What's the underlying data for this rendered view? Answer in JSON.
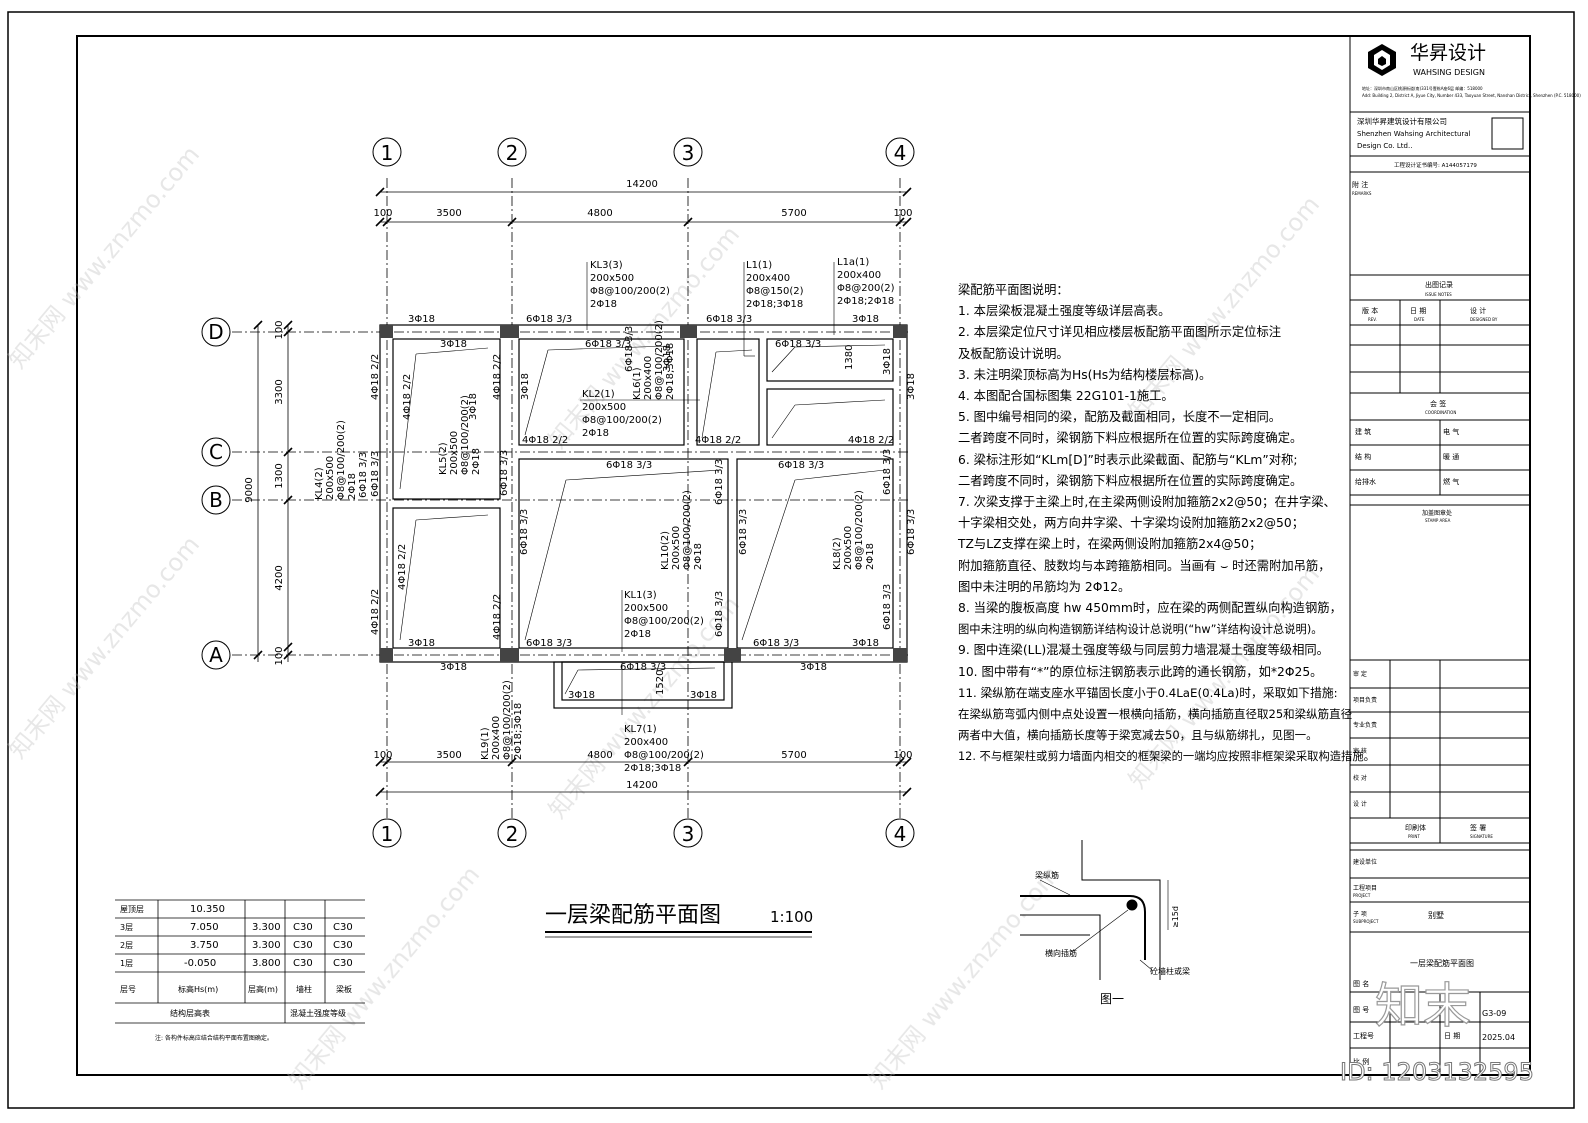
{
  "drawing": {
    "title": "一层梁配筋平面图",
    "scale": "1:100",
    "figure_label": "图一",
    "figure_labels": {
      "long_bar": "梁纵筋",
      "cross_bar": "横向插筋",
      "wall": "砼墙柱或梁",
      "dim": "≥15d"
    }
  },
  "axes": {
    "vertical": [
      "1",
      "2",
      "3",
      "4"
    ],
    "horizontal": [
      "D",
      "C",
      "B",
      "A"
    ],
    "top_dims": {
      "total": "14200",
      "edge_left": "100",
      "spans": [
        "3500",
        "4800",
        "5700"
      ],
      "edge_right": "100"
    },
    "bottom_dims": {
      "total": "14200",
      "edge_left": "100",
      "spans": [
        "3500",
        "4800",
        "5700"
      ],
      "edge_right": "100"
    },
    "left_dims": {
      "total": "9000",
      "edge_top": "100",
      "spans": [
        "3300",
        "1300",
        "4200"
      ],
      "edge_bottom": "100"
    }
  },
  "beams": {
    "kl3": [
      "KL3(3)",
      "200x500",
      "Φ8@100/200(2)",
      "2Φ18"
    ],
    "l1": [
      "L1(1)",
      "200x400",
      "Φ8@150(2)",
      "2Φ18;3Φ18"
    ],
    "l1a": [
      "L1a(1)",
      "200x400",
      "Φ8@200(2)",
      "2Φ18;2Φ18"
    ],
    "kl2": [
      "KL2(1)",
      "200x500",
      "Φ8@100/200(2)",
      "2Φ18"
    ],
    "kl6": [
      "KL6(1)",
      "200x400",
      "Φ8@100/200(2)",
      "2Φ18;3Φ18"
    ],
    "kl4": [
      "KL4(2)",
      "200x500",
      "Φ8@100/200(2)",
      "2Φ18"
    ],
    "kl5": [
      "KL5(2)",
      "200x500",
      "Φ8@100/200(2)",
      "2Φ18"
    ],
    "kl10": [
      "KL10(2)",
      "200x500",
      "Φ8@100/200(2)",
      "2Φ18"
    ],
    "kl8": [
      "KL8(2)",
      "200x500",
      "Φ8@100/200(2)",
      "2Φ18"
    ],
    "kl1": [
      "KL1(3)",
      "200x500",
      "Φ8@100/200(2)",
      "2Φ18"
    ],
    "kl9": [
      "KL9(1)",
      "200x400",
      "Φ8@100/200(2)",
      "2Φ18;3Φ18"
    ],
    "kl7": [
      "KL7(1)",
      "200x400",
      "Φ8@100/200(2)",
      "2Φ18;3Φ18"
    ]
  },
  "rebar_labels": {
    "t1": "3Φ18",
    "t2": "6Φ18 3/3",
    "t3": "6Φ18 3/3",
    "t4": "3Φ18",
    "d1": "3Φ18",
    "d2": "6Φ18 3/3",
    "d3": "6Φ18 3/3",
    "r1380": "1380",
    "r3": "3Φ18",
    "c1": "4Φ18 2/2",
    "c2": "4Φ18 2/2",
    "c3": "4Φ18 2/2",
    "b1": "6Φ18 3/3",
    "b2": "6Φ18 3/3",
    "a1": "3Φ18",
    "a2": "6Φ18 3/3",
    "a3": "6Φ18 3/3",
    "a4": "3Φ18",
    "u1": "3Φ18",
    "u2": "6Φ18 3/3",
    "u3": "3Φ18",
    "x1": "3Φ18",
    "x2": "3Φ18",
    "x1520": "1520",
    "v1": "4Φ18 2/2",
    "v2": "6Φ18 3/3",
    "v3": "4Φ18 2/2",
    "v4": "4Φ18 2/2",
    "v5": "3Φ18",
    "v6": "6Φ18 3/3",
    "v7": "4Φ18 2/2",
    "v8": "4Φ18 2/2",
    "v9": "6Φ18 3/3",
    "v10": "6Φ18 3/3",
    "v11": "6Φ18 3/3",
    "v12": "6Φ18 3/3",
    "v13": "3Φ18",
    "v14": "6Φ18 3/3",
    "v15": "6Φ18 3/3",
    "v16": "4Φ18 2/2",
    "v17": "6Φ18 3/3",
    "v18": "3Φ18",
    "v19": "6Φ18 3/3",
    "v20": "3Φ18",
    "v21": "6Φ18 3/3"
  },
  "notes": {
    "heading": "梁配筋平面图说明：",
    "lines": [
      "1. 本层梁板混凝土强度等级详层高表。",
      "2. 本层梁定位尺寸详见相应楼层板配筋平面图所示定位标注",
      "    及板配筋设计说明。",
      "3. 未注明梁顶标高为Hs(Hs为结构楼层标高)。",
      "4. 本图配合国标图集 22G101-1施工。",
      "5. 图中编号相同的梁，配筋及截面相同，长度不一定相同。",
      "    二者跨度不同时，梁钢筋下料应根据所在位置的实际跨度确定。",
      "6. 梁标注形如“KLm[D]”时表示此梁截面、配筋与“KLm”对称;",
      "    二者跨度不同时，梁钢筋下料应根据所在位置的实际跨度确定。",
      "7. 次梁支撑于主梁上时,在主梁两侧设附加箍筋2x2@50；在井字梁、",
      "    十字梁相交处，两方向井字梁、十字梁均设附加箍筋2x2@50；",
      "    TZ与LZ支撑在梁上时，在梁两侧设附加箍筋2x4@50；",
      "    附加箍筋直径、肢数均与本跨箍筋相同。当画有 ⌣ 时还需附加吊筋，",
      "    图中未注明的吊筋均为 2Φ12。",
      "8. 当梁的腹板高度 hw 450mm时，应在梁的两侧配置纵向构造钢筋，",
      "    图中未注明的纵向构造钢筋详结构设计总说明(“hw”详结构设计总说明)。",
      "9. 图中连梁(LL)混凝土强度等级与同层剪力墙混凝土强度等级相同。",
      "10. 图中带有“*”的原位标注钢筋表示此跨的通长钢筋，如*2Φ25。",
      "11. 梁纵筋在端支座水平锚固长度小于0.4LaE(0.4La)时，采取如下措施:",
      "    在梁纵筋弯弧内侧中点处设置一根横向插筋，横向插筋直径取25和梁纵筋直径",
      "    两者中大值，横向插筋长度等于梁宽减去50，且与纵筋绑扎，见图一。",
      "12. 不与框架柱或剪力墙面内相交的框架梁的一端均应按照非框架梁采取构造措施。"
    ]
  },
  "floor_table": {
    "rows": [
      {
        "name": "屋顶层",
        "elev": "10.350",
        "height": "",
        "col": "",
        "beam": ""
      },
      {
        "name": "3层",
        "elev": "7.050",
        "height": "3.300",
        "col": "C30",
        "beam": "C30"
      },
      {
        "name": "2层",
        "elev": "3.750",
        "height": "3.300",
        "col": "C30",
        "beam": "C30"
      },
      {
        "name": "1层",
        "elev": "-0.050",
        "height": "3.800",
        "col": "C30",
        "beam": "C30"
      }
    ],
    "header": {
      "name": "层号",
      "elev": "标高Hs(m)",
      "height": "层高(m)",
      "col": "墙柱",
      "beam": "梁板"
    },
    "caption_left": "结构层高表",
    "caption_right": "混凝土强度等级",
    "footnote": "注: 各构件标高应结合结构平面布置图确定。"
  },
  "title_block": {
    "company_cn": "华昇设计",
    "company_en": "WAHSING DESIGN",
    "address": "地址：深圳市南山区桃源街道(南)331号壹栋A座6层 邮编：518000",
    "address2": "Add: Building 2, District A, Jiyue City, Number 433, Taoyuan Street, Nanshan District, Shenzhen (P.C. 518000)",
    "firm_cn": "深圳华昇建筑设计有限公司",
    "firm_en1": "Shenzhen Wahsing Architectural",
    "firm_en2": "Design Co. Ltd..",
    "cert": "工程设计证书编号: A144057179",
    "remarks": "附 注",
    "remarks_en": "REMARKS",
    "issue": "出图记录",
    "issue_en": "ISSUE NOTES",
    "ver": "版 本",
    "ver_en": "REV.",
    "date": "日 期",
    "date_en": "DATE",
    "designer": "设 计",
    "designer_en": "DESIGNED BY",
    "sign": "会 签",
    "sign_en": "COORDINATION",
    "arch": "建 筑",
    "elec": "电 气",
    "struct": "结 构",
    "hvac": "暖 通",
    "plumb": "给排水",
    "gas": "燃 气",
    "stamp": "加盖图章处",
    "stamp_en": "STAMP AREA",
    "roles": [
      "审 定",
      "项目负责",
      "专业负责",
      "审 核",
      "校 对",
      "设 计"
    ],
    "print": "印刷体",
    "print_en": "PRINT",
    "signature": "签 署",
    "signature_en": "SIGNATURE",
    "client": "建设单位",
    "project": "工程项目",
    "project_en": "PROJECT",
    "sub": "子 项",
    "sub_en": "SUBPROJECT",
    "sub_val": "别墅",
    "drawing_name": "一层梁配筋平面图",
    "drawing_name_label": "图 名",
    "drawing_no_label": "图 号",
    "drawing_no": "G3-09",
    "job_no_label": "工程号",
    "date_label": "日 期",
    "date_val": "2025.04",
    "scale_label": "比 例"
  },
  "watermark": {
    "id": "ID: 1203132595",
    "brand": "知末",
    "site": "知末网 www.znzmo.com"
  }
}
